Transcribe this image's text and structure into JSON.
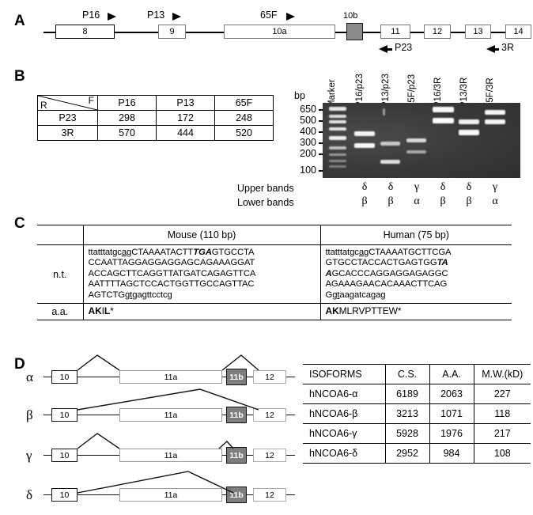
{
  "panels": {
    "a": {
      "letter": "A",
      "exons": [
        {
          "label": "8"
        },
        {
          "label": "9"
        },
        {
          "label": "10a"
        },
        {
          "label": "10b"
        },
        {
          "label": "11"
        },
        {
          "label": "12"
        },
        {
          "label": "13"
        },
        {
          "label": "14"
        }
      ],
      "forward_primers": [
        "P16",
        "P13",
        "65F"
      ],
      "reverse_primers": [
        "P23",
        "3R"
      ]
    },
    "b": {
      "letter": "B",
      "primer_table": {
        "corner_reverse": "R",
        "corner_forward": "F",
        "columns": [
          "P16",
          "P13",
          "65F"
        ],
        "rows": [
          {
            "label": "P23",
            "values": [
              "298",
              "172",
              "248"
            ]
          },
          {
            "label": "3R",
            "values": [
              "570",
              "444",
              "520"
            ]
          }
        ]
      },
      "gel": {
        "axis_title": "bp",
        "ladder_labels": [
          "650",
          "500",
          "400",
          "300",
          "200",
          "100"
        ],
        "lane_labels": [
          "Marker",
          "P16/p23",
          "P13/p23",
          "65F/p23",
          "P16/3R",
          "P13/3R",
          "65F/3R"
        ],
        "upper_bands_label": "Upper bands",
        "lower_bands_label": "Lower bands",
        "upper_bands": [
          "δ",
          "δ",
          "γ",
          "δ",
          "δ",
          "γ"
        ],
        "lower_bands": [
          "β",
          "β",
          "α",
          "β",
          "β",
          "α"
        ]
      }
    },
    "c": {
      "letter": "C",
      "col_headers": [
        "Mouse (110 bp)",
        "Human (75 bp)"
      ],
      "row_labels": [
        "n.t.",
        "a.a."
      ],
      "mouse_nt": "ttatttatgcagCTAAAATACTTTGAGTGCCTACCAATTAGGAGGAGGAGCAGAAAGGATACCAGCTTCAGGTTATGATCAGAGTTCAAATTTTAGCTCCACTGGTTGCCAGTTACAGTCTGgtgagttcctcg",
      "human_nt": "ttatttatgcagCTAAAATGCTTCGAGTGCCTACCACTGAGTGGTAAGCACCCAGGAGGAGAGGCAGAAAGAACACAAACTTCAGGgtaagatcagag",
      "mouse_aa": "AKIL*",
      "human_aa": "AKMLRVPTTEW*"
    },
    "d": {
      "letter": "D",
      "isoform_greeks": [
        "α",
        "β",
        "γ",
        "δ"
      ],
      "exon_labels": {
        "e10": "10",
        "e11a": "11a",
        "e11b": "11b",
        "e12": "12"
      },
      "table": {
        "headers": [
          "ISOFORMS",
          "C.S.",
          "A.A.",
          "M.W.(kD)"
        ],
        "rows": [
          {
            "name": "hNCOA6-α",
            "cs": "6189",
            "aa": "2063",
            "mw": "227"
          },
          {
            "name": "hNCOA6-β",
            "cs": "3213",
            "aa": "1071",
            "mw": "118"
          },
          {
            "name": "hNCOA6-γ",
            "cs": "5928",
            "aa": "1976",
            "mw": "217"
          },
          {
            "name": "hNCOA6-δ",
            "cs": "2952",
            "aa": "984",
            "mw": "108"
          }
        ]
      }
    }
  },
  "colors": {
    "ink": "#000000",
    "exon_shaded": "#8a8a8a",
    "exon_11b": "#7d7d7d",
    "gel_bg": "#2b2b2b",
    "band": "#f2f2f2"
  }
}
